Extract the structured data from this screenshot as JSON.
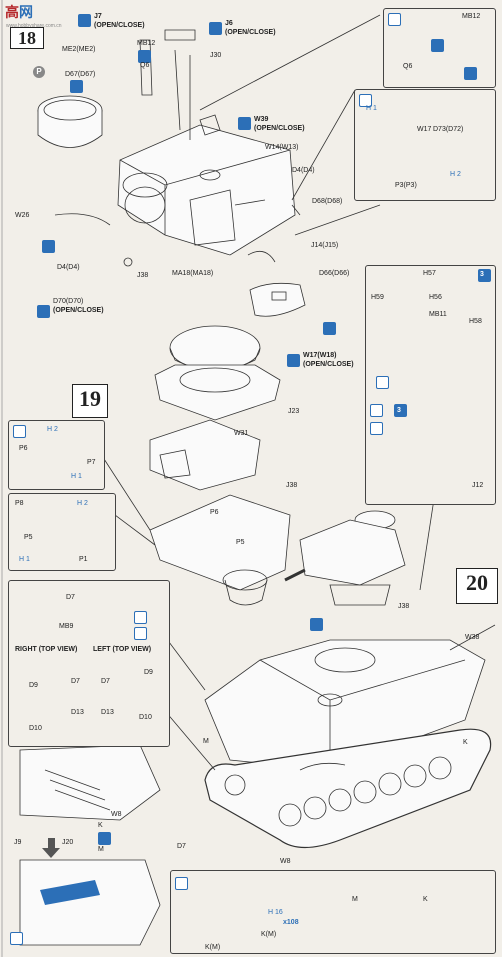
{
  "watermark": {
    "cn": "高",
    "mid": "网",
    "sub": "www.hobbyshare.com.cn"
  },
  "steps": {
    "s18": "18",
    "s19": "19",
    "s20": "20"
  },
  "step18": {
    "labels": {
      "j7": "J7",
      "j7_note": "(OPEN/CLOSE)",
      "j6": "J6",
      "j6_note": "(OPEN/CLOSE)",
      "mb12": "MB12",
      "q6": "Q6",
      "j30": "J30",
      "me2": "ME2(ME2)",
      "d67": "D67(D67)",
      "w39": "W39",
      "w39_note": "(OPEN/CLOSE)",
      "w14": "W14(W13)",
      "d4a": "D4(D4)",
      "d68": "D68(D68)",
      "w26": "W26",
      "j14": "J14(J15)",
      "d4b": "D4(D4)",
      "j38": "J38",
      "ma18": "MA18(MA18)",
      "d66": "D66(D66)",
      "d70": "D70(D70)",
      "d70_note": "(OPEN/CLOSE)",
      "w17": "W17(W18)",
      "w17_note": "(OPEN/CLOSE)",
      "p_badge": "P"
    },
    "inset_top": {
      "q6": "Q6",
      "mb12": "MB12"
    },
    "inset_hatch": {
      "w17": "W17",
      "d73": "D73(D72)",
      "p3": "P3(P3)",
      "h1": "1",
      "h2": "2"
    }
  },
  "step19": {
    "labels": {
      "j23": "J23",
      "w31": "W31",
      "j38": "J38",
      "p6": "P6",
      "p5": "P5"
    },
    "inset_a": {
      "p6": "P6",
      "p7": "P7",
      "h2": "2",
      "h1": "1"
    },
    "inset_b": {
      "p8": "P8",
      "p5": "P5",
      "p1": "P1",
      "h2": "2",
      "h1": "1"
    }
  },
  "step20": {
    "labels": {
      "j38": "J38",
      "w38": "W38",
      "m": "M",
      "k": "K",
      "d7": "D7",
      "w8": "W8"
    },
    "inset_jerry": {
      "x3": "3",
      "h57": "H57",
      "h59": "H59",
      "h56": "H56",
      "mb11": "MB11",
      "h58": "H58",
      "j12": "J12",
      "x3b": "3"
    },
    "inset_tracks": {
      "d7": "D7",
      "mb9": "MB9",
      "right": "RIGHT (TOP VIEW)",
      "left": "LEFT (TOP VIEW)",
      "d9a": "D9",
      "d7a": "D7",
      "d10a": "D10",
      "d13a": "D13",
      "d9b": "D9",
      "d7b": "D7",
      "d13b": "D13",
      "d10b": "D10"
    },
    "inset_lower": {
      "w8": "W8",
      "j9": "J9",
      "j20": "J20",
      "k": "K",
      "m": "M"
    },
    "inset_bottom": {
      "h": "H",
      "h16": "16",
      "x108": "108",
      "km1": "K(M)",
      "km2": "K(M)",
      "m": "M",
      "k": "K"
    }
  }
}
